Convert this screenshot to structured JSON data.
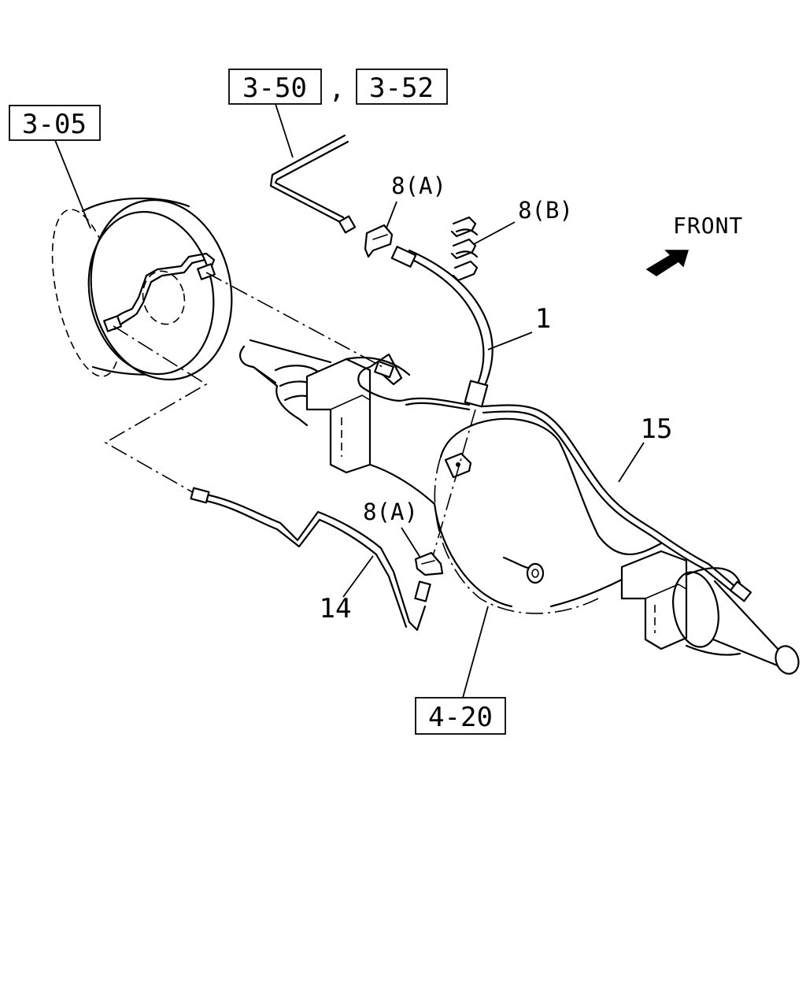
{
  "refs": {
    "ref_3_05": "3-05",
    "ref_3_50": "3-50",
    "ref_sep": ",",
    "ref_3_52": "3-52",
    "ref_4_20": "4-20"
  },
  "parts": {
    "part_1": "1",
    "part_8a_top": "8(A)",
    "part_8b": "8(B)",
    "part_8a_bottom": "8(A)",
    "part_14": "14",
    "part_15": "15"
  },
  "direction": {
    "front_label": "FRONT",
    "arrow_icon": "front-arrow-icon"
  },
  "colors": {
    "line": "#000000",
    "background": "#ffffff"
  }
}
